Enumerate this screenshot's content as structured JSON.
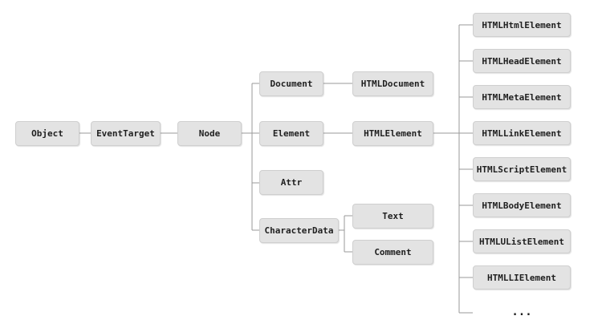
{
  "diagram": {
    "nodes": {
      "object": "Object",
      "event_target": "EventTarget",
      "node": "Node",
      "document": "Document",
      "element": "Element",
      "attr": "Attr",
      "character_data": "CharacterData",
      "html_document": "HTMLDocument",
      "html_element": "HTMLElement",
      "text": "Text",
      "comment": "Comment"
    },
    "html_subclasses": [
      "HTMLHtmlElement",
      "HTMLHeadElement",
      "HTMLMetaElement",
      "HTMLLinkElement",
      "HTMLScriptElement",
      "HTMLBodyElement",
      "HTMLUListElement",
      "HTMLLIElement"
    ],
    "more_label": "...",
    "connector_color": "#9a9a9a",
    "box_color": "#e3e3e3"
  }
}
